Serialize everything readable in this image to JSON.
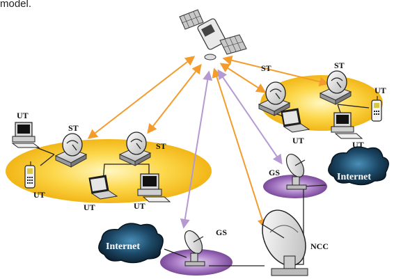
{
  "top_text": "model.",
  "labels": {
    "st_left_1": "ST",
    "st_left_2": "ST",
    "st_right_1": "ST",
    "st_right_2": "ST",
    "ut_left_desktop": "UT",
    "ut_left_phone": "UT",
    "ut_left_laptop": "UT",
    "ut_left_pc": "UT",
    "ut_right_phone": "UT",
    "ut_right_laptop": "UT",
    "ut_right_pc": "UT",
    "gs_right": "GS",
    "gs_left": "GS",
    "ncc": "NCC",
    "internet_right": "Internet",
    "internet_left": "Internet"
  },
  "colors": {
    "link_orange": "#f39c2c",
    "link_purple": "#b49ad0",
    "beam_yellow": "#f7c21b",
    "gs_purple": "#8b5aa8",
    "cloud_dark": "#0f2a3d"
  }
}
